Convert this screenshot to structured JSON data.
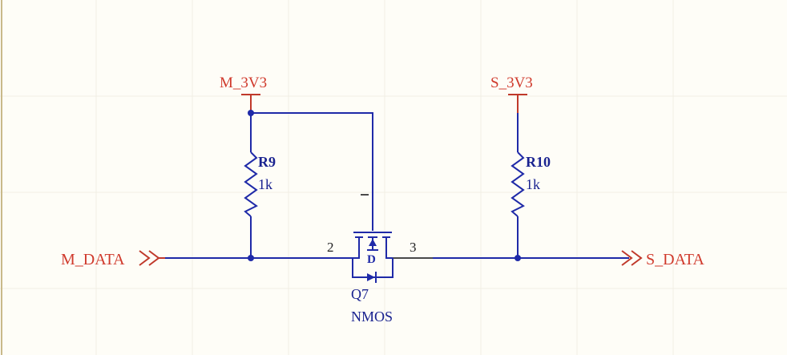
{
  "nets": {
    "master_power": "M_3V3",
    "slave_power": "S_3V3",
    "master_data": "M_DATA",
    "slave_data": "S_DATA"
  },
  "components": {
    "r9": {
      "designator": "R9",
      "value": "1k"
    },
    "r10": {
      "designator": "R10",
      "value": "1k"
    },
    "q7": {
      "designator": "Q7",
      "value": "NMOS",
      "pin_source": "2",
      "pin_drain": "3"
    }
  },
  "colors": {
    "wire": "#1f2aa8",
    "net_label": "#d03a2c",
    "power_port": "#c0392b",
    "background": "#fefdf7"
  }
}
